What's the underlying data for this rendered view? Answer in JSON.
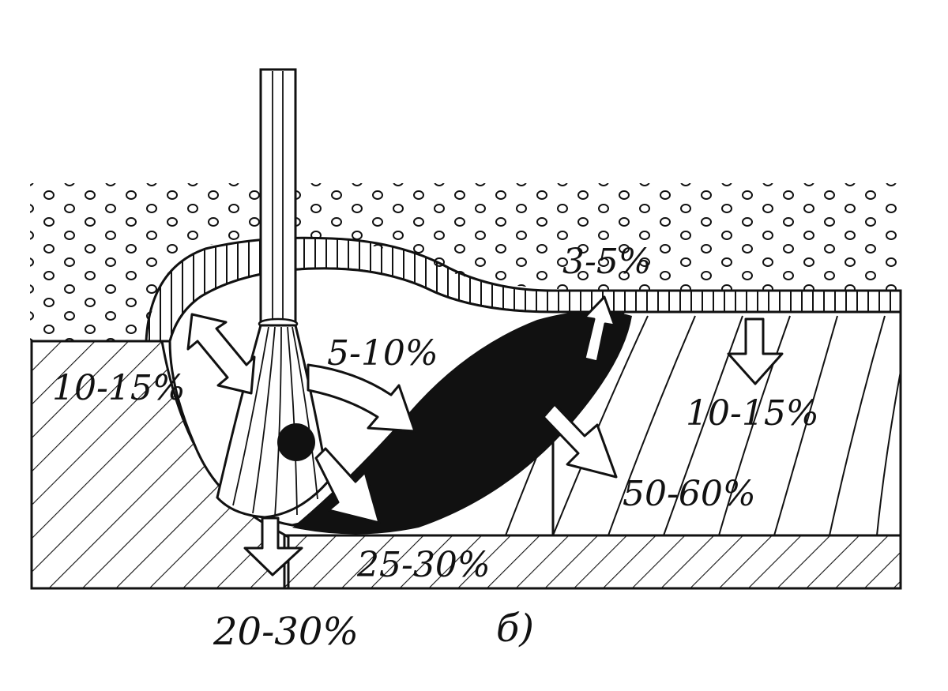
{
  "labels": {
    "slag_crust": "3-5%",
    "arc_column": "5-10%",
    "base_left": "10-15%",
    "base_right": "10-15%",
    "weld_pool": "50-60%",
    "under_pool": "25-30%",
    "electrode_down": "20-30%",
    "figure_caption": "б)"
  },
  "colors": {
    "ink": "#111111",
    "paper": "#ffffff"
  }
}
